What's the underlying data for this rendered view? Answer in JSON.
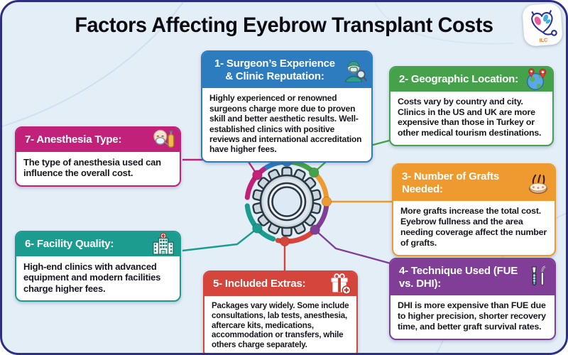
{
  "title": "Factors Affecting Eyebrow Transplant Costs",
  "logo": {
    "text": "ILC"
  },
  "hub": {
    "icon": "gear-icon"
  },
  "factors": [
    {
      "label": "1- Surgeon’s Experience & Clinic Reputation:",
      "description": "Highly experienced or renowned surgeons charge more due to proven skill and better aesthetic results. Well-established clinics with positive reviews and international accreditation have higher fees.",
      "color": "#2e7cc0",
      "icon": "surgeon-icon"
    },
    {
      "label": "2- Geographic Location:",
      "description": "Costs vary by country and city. Clinics in the US and UK are more expensive than those in Turkey or other medical tourism destinations.",
      "color": "#45a24b",
      "icon": "globe-icon"
    },
    {
      "label": "3- Number of Grafts Needed:",
      "description": "More grafts increase the total cost. Eyebrow fullness and the area needing coverage affect the number of grafts.",
      "color": "#ee9a2e",
      "icon": "graft-icon"
    },
    {
      "label": "4- Technique Used (FUE vs. DHI):",
      "description": "DHI is more expensive than FUE due to higher precision, shorter recovery time, and better graft survival rates.",
      "color": "#803e97",
      "icon": "tools-icon"
    },
    {
      "label": "5- Included Extras:",
      "description": "Packages vary widely. Some include consultations, lab tests, anesthesia, aftercare kits, medications, accommodation or transfers, while others charge separately.",
      "color": "#d6453b",
      "icon": "gift-icon"
    },
    {
      "label": "6- Facility Quality:",
      "description": "High-end clinics with advanced equipment and modern facilities charge higher fees.",
      "color": "#1b9c8f",
      "icon": "hospital-icon"
    },
    {
      "label": "7- Anesthesia Type:",
      "description": "The type of anesthesia used can influence the overall cost.",
      "color": "#c12179",
      "icon": "anesthesia-icon"
    }
  ]
}
